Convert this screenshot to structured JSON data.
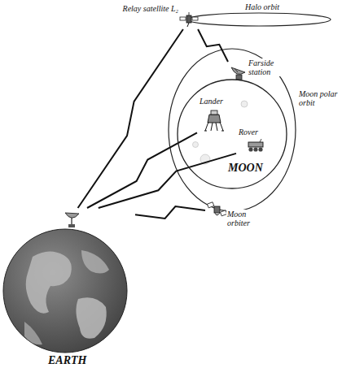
{
  "diagram": {
    "nodes": [
      {
        "text": [
          "Relay satellite L₂"
        ]
      },
      {
        "text": [
          "Farside station"
        ]
      },
      {
        "text": [
          "MOON"
        ]
      },
      {
        "text": [
          "Lander"
        ],
        "in": 2
      },
      {
        "text": [
          "Rover"
        ],
        "in": 2
      },
      {
        "text": [
          "Moon orbiter"
        ]
      },
      {
        "text": [
          "EARTH"
        ]
      }
    ],
    "edges": [
      {
        "from": 6,
        "to": 0,
        "arrow": "none"
      },
      {
        "from": 0,
        "to": 1,
        "arrow": "none"
      },
      {
        "from": 6,
        "to": 3,
        "arrow": "none"
      },
      {
        "from": 6,
        "to": 4,
        "arrow": "none"
      },
      {
        "from": 6,
        "to": 5,
        "arrow": "none"
      }
    ],
    "labels": [
      "Halo orbit",
      "Moon polar orbit"
    ]
  }
}
